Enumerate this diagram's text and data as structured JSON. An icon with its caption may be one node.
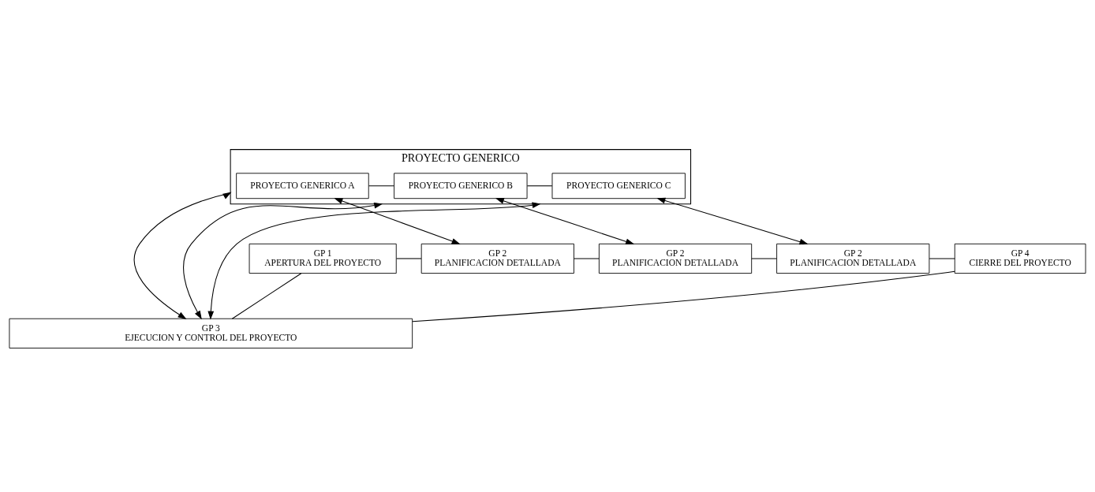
{
  "diagram": {
    "nodes": [
      {
        "text": [
          "PROYECTO GENERICO"
        ]
      },
      {
        "text": [
          "PROYECTO GENERICO A"
        ],
        "in": 0
      },
      {
        "text": [
          "PROYECTO GENERICO B"
        ],
        "in": 0
      },
      {
        "text": [
          "PROYECTO GENERICO C"
        ],
        "in": 0
      },
      {
        "text": [
          "GP 1",
          "APERTURA DEL PROYECTO"
        ]
      },
      {
        "text": [
          "GP 2",
          "PLANIFICACION DETALLADA"
        ]
      },
      {
        "text": [
          "GP 2",
          "PLANIFICACION DETALLADA"
        ]
      },
      {
        "text": [
          "GP 2",
          "PLANIFICACION DETALLADA"
        ]
      },
      {
        "text": [
          "GP 4",
          "CIERRE DEL PROYECTO"
        ]
      },
      {
        "text": [
          "GP 3",
          "EJECUCION Y CONTROL DEL PROYECTO"
        ]
      }
    ],
    "edges": [
      {
        "from": 1,
        "to": 2,
        "arrow": "none"
      },
      {
        "from": 2,
        "to": 3,
        "arrow": "none"
      },
      {
        "from": 1,
        "to": 5,
        "arrow": "both"
      },
      {
        "from": 2,
        "to": 6,
        "arrow": "both"
      },
      {
        "from": 3,
        "to": 7,
        "arrow": "both"
      },
      {
        "from": 0,
        "to": 9,
        "arrow": "both"
      },
      {
        "from": 0,
        "to": 9,
        "arrow": "both"
      },
      {
        "from": 0,
        "to": 9,
        "arrow": "both"
      },
      {
        "from": 4,
        "to": 5,
        "arrow": "none"
      },
      {
        "from": 5,
        "to": 6,
        "arrow": "none"
      },
      {
        "from": 6,
        "to": 7,
        "arrow": "none"
      },
      {
        "from": 7,
        "to": 8,
        "arrow": "none"
      },
      {
        "from": 4,
        "to": 9,
        "arrow": "none"
      },
      {
        "from": 8,
        "to": 9,
        "arrow": "none"
      }
    ]
  }
}
